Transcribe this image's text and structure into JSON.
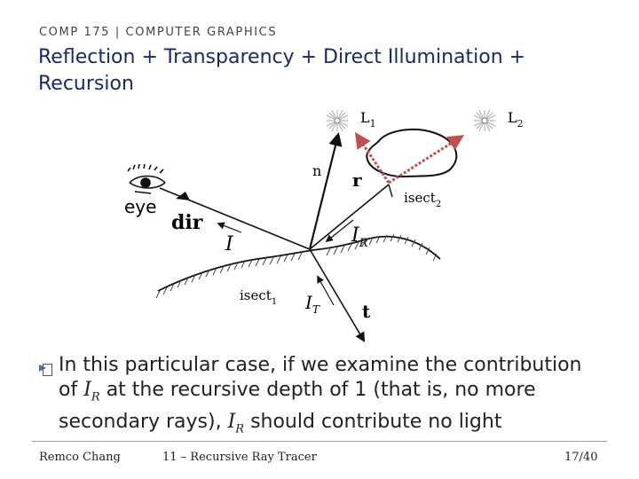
{
  "header": {
    "course": "COMP 175 | COMPUTER GRAPHICS",
    "title": "Reflection + Transparency + Direct Illumination + Recursion"
  },
  "diagram": {
    "light1_label": "L",
    "light1_sub": "1",
    "light2_label": "L",
    "light2_sub": "2",
    "normal_label": "n",
    "reflect_label": "r",
    "isect2_label": "isect",
    "isect2_sub": "2",
    "eye_label": "eye",
    "dir_label": "dir",
    "I_label": "I",
    "IR_label": "I",
    "IR_sub": "R",
    "isect1_label": "isect",
    "isect1_sub": "1",
    "IT_label": "I",
    "IT_sub": "T",
    "t_label": "t"
  },
  "bullet": {
    "part1": "In this particular case, if we examine the contribution of ",
    "var1": "I",
    "var1_sub": "R",
    "part2": " at the recursive depth of 1 (that is, no more secondary rays), ",
    "var2": "I",
    "var2_sub": "R",
    "part3": " should contribute no light"
  },
  "footer": {
    "author": "Remco Chang",
    "lecture": "11 – Recursive Ray Tracer",
    "page": "17/40"
  },
  "colors": {
    "title": "#1a2a66",
    "shadow_ray": "#c0504d",
    "bullet": "#3b6ea5"
  }
}
